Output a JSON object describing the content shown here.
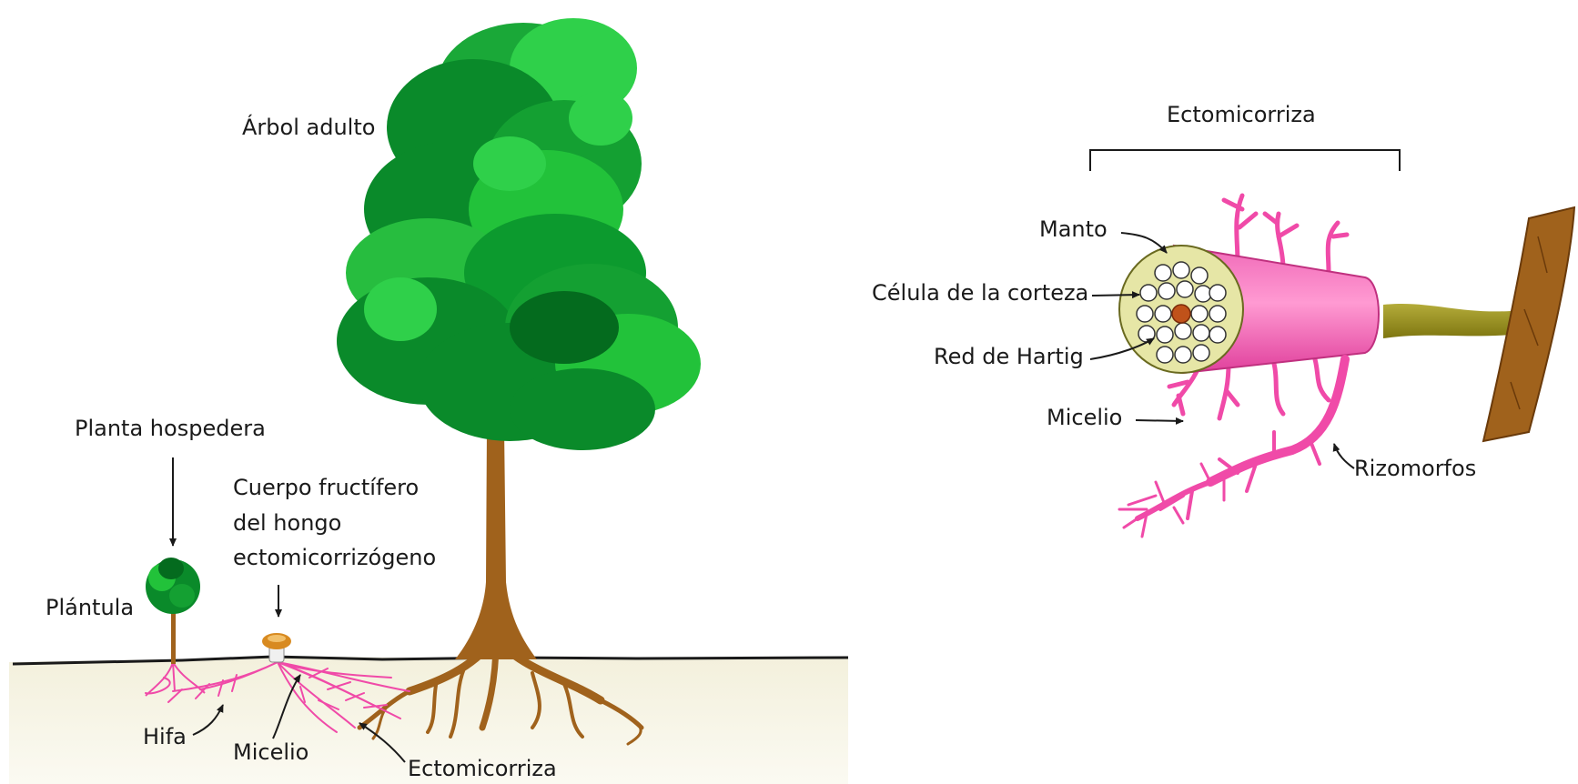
{
  "left_scene": {
    "adult_tree_label": "Árbol adulto",
    "host_plant_label": "Planta hospedera",
    "fruiting_body_label": [
      "Cuerpo fructífero",
      "del hongo",
      "ectomicorrizógeno"
    ],
    "seedling_label": "Plántula",
    "hypha_label": "Hifa",
    "mycelium_label": "Micelio",
    "ectomycorrhiza_label": "Ectomicorriza"
  },
  "right_detail": {
    "title": "Ectomicorriza",
    "mantle_label": "Manto",
    "cortex_cell_label": "Célula de la corteza",
    "hartig_net_label": "Red de Hartig",
    "mycelium_label": "Micelio",
    "rhizomorphs_label": "Rizomorfos"
  },
  "colors": {
    "foliage_dark": "#0a8a2a",
    "foliage_light": "#22c23a",
    "trunk": "#a0621c",
    "fungus_pink": "#f04aa8",
    "mantle": "#e6e6a6",
    "root_olive": "#9a9020",
    "soil": "#f7f4e4"
  }
}
